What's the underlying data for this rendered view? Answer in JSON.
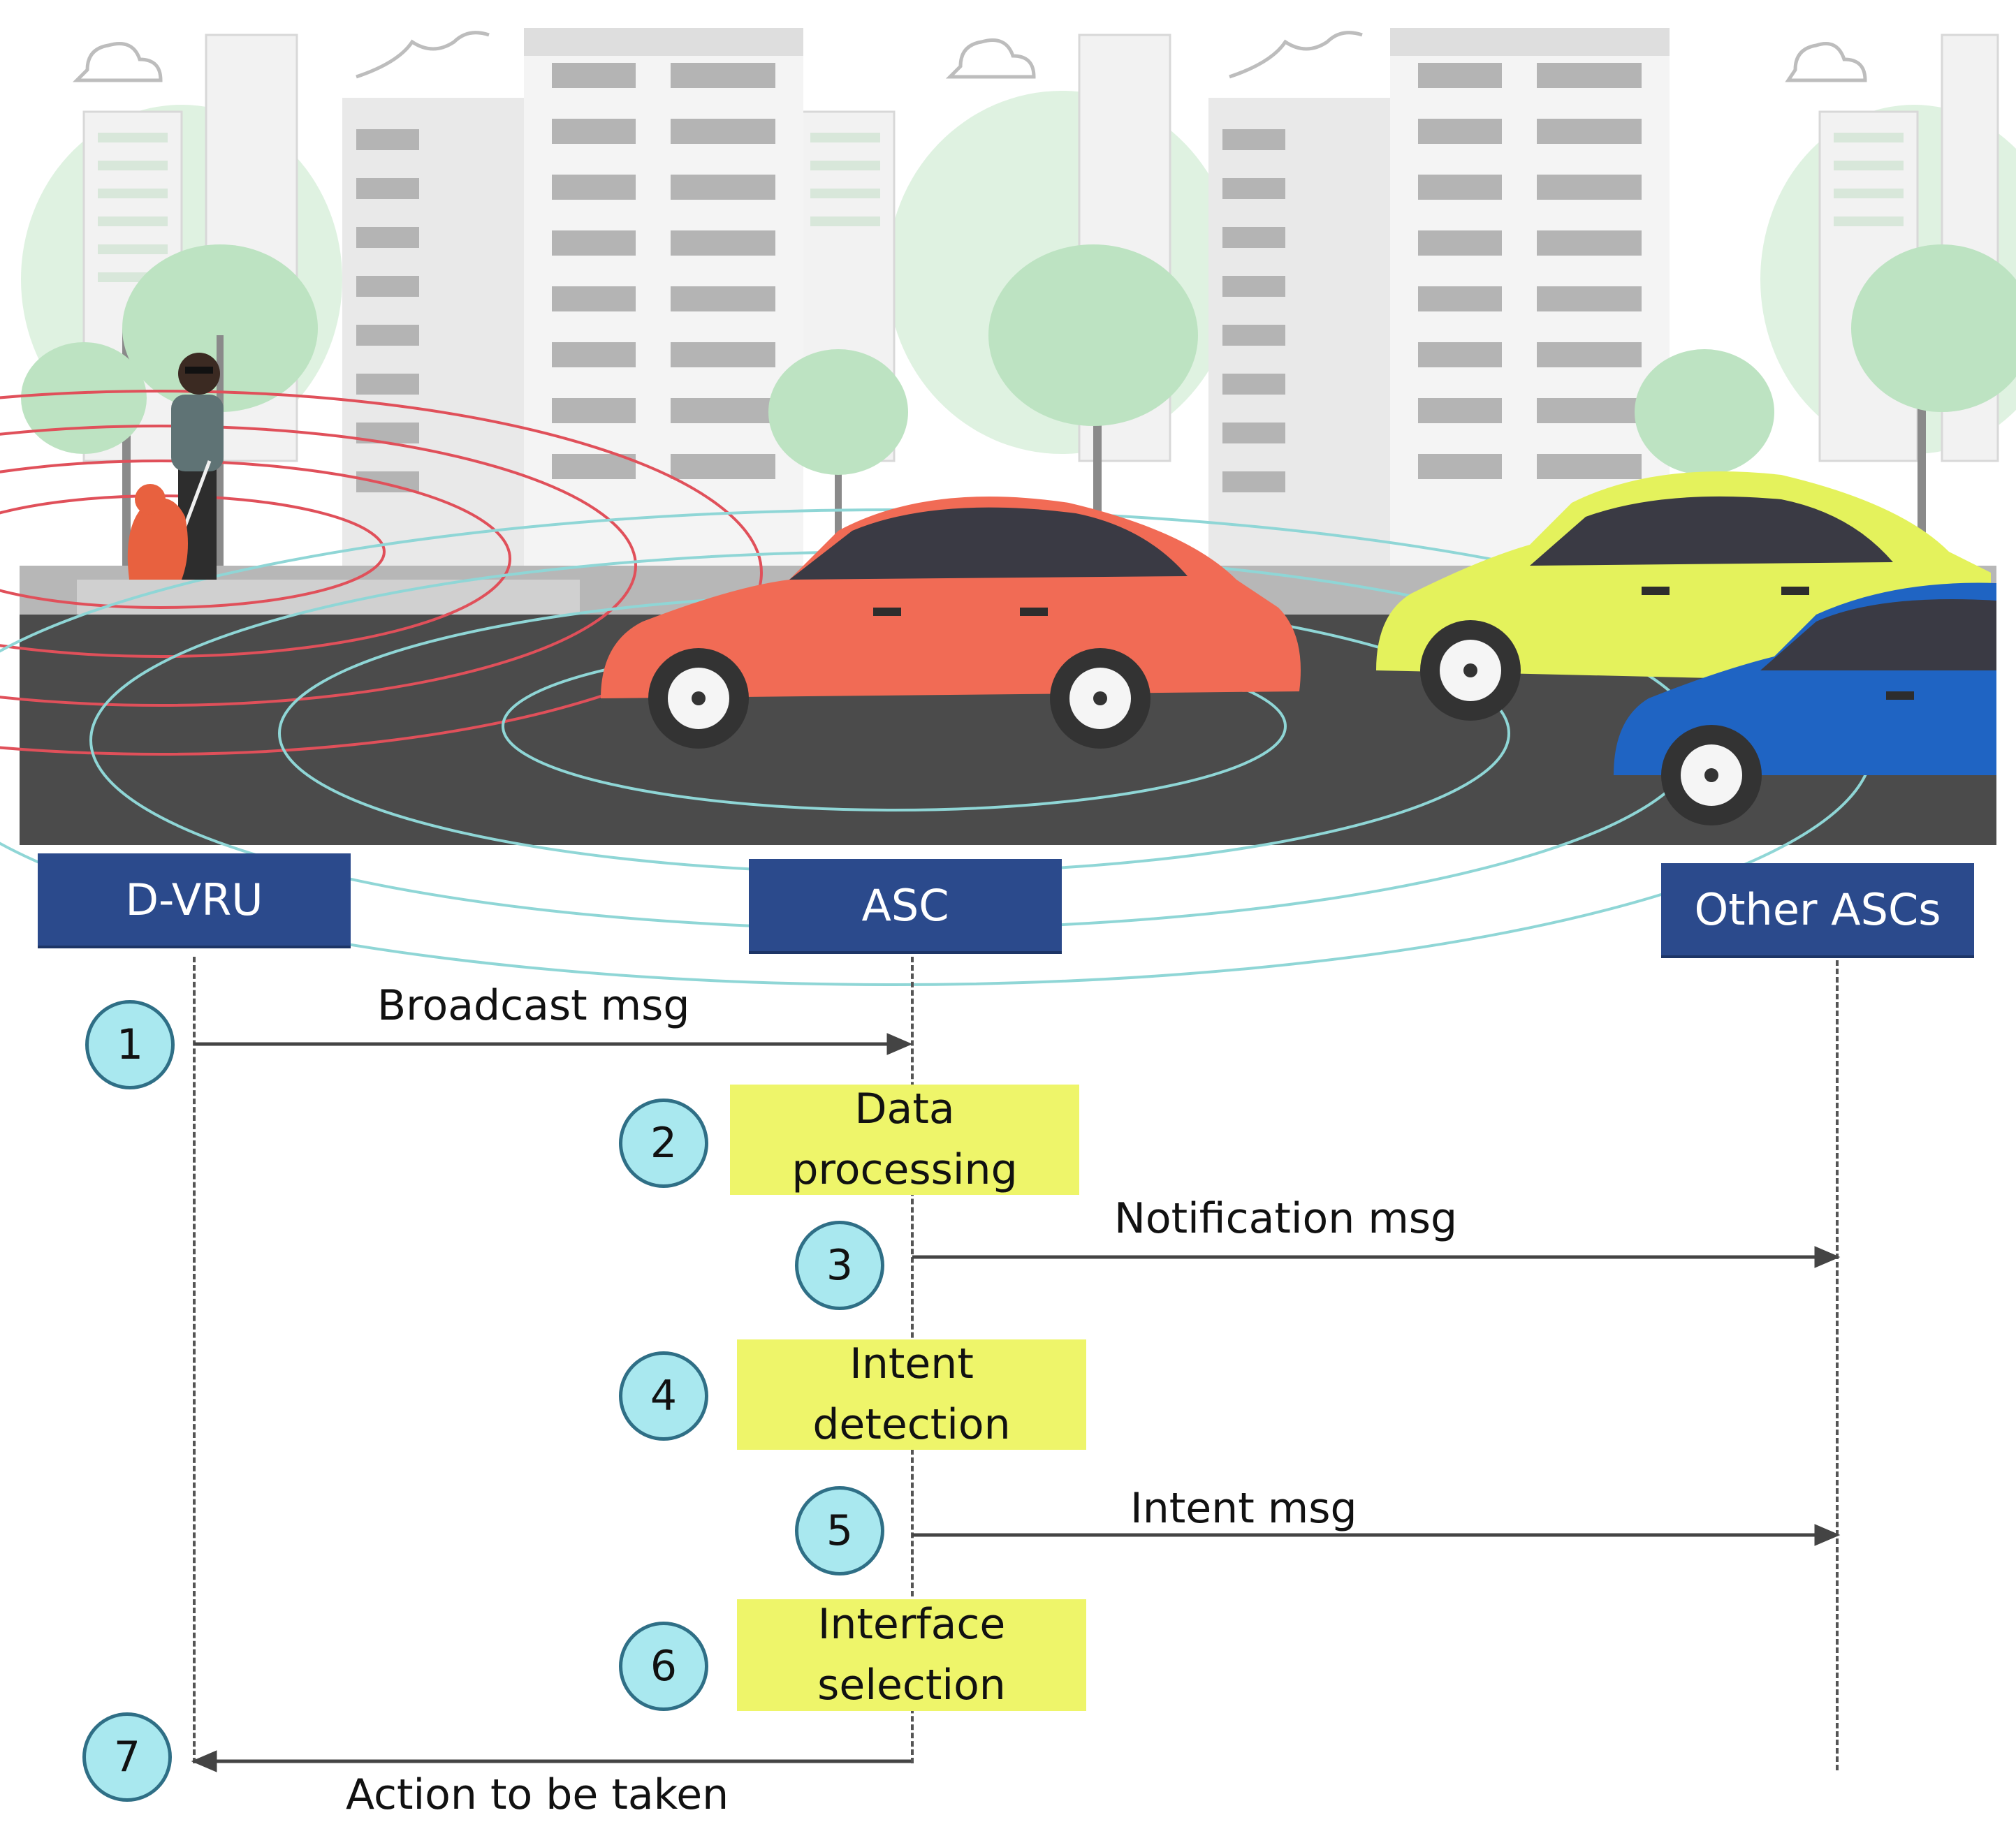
{
  "actors": {
    "dvru": "D-VRU",
    "asc": "ASC",
    "others": "Other ASCs"
  },
  "steps": [
    {
      "num": "1"
    },
    {
      "num": "2",
      "label_line1": "Data",
      "label_line2": "processing"
    },
    {
      "num": "3"
    },
    {
      "num": "4",
      "label_line1": "Intent",
      "label_line2": "detection"
    },
    {
      "num": "5"
    },
    {
      "num": "6",
      "label_line1": "Interface",
      "label_line2": "selection"
    },
    {
      "num": "7"
    }
  ],
  "messages": {
    "broadcast": "Broadcast msg",
    "notification": "Notification msg",
    "intent": "Intent msg",
    "action": "Action to be taken"
  },
  "colors": {
    "actor_box": "#2b4a8c",
    "process_box": "#eef56a",
    "step_circle": "#a9e8ef",
    "road": "#4b4b4b",
    "car_red": "#f16b55",
    "car_yellow": "#e4f25c",
    "car_blue": "#1f64c3",
    "tree": "#bde3c2"
  }
}
